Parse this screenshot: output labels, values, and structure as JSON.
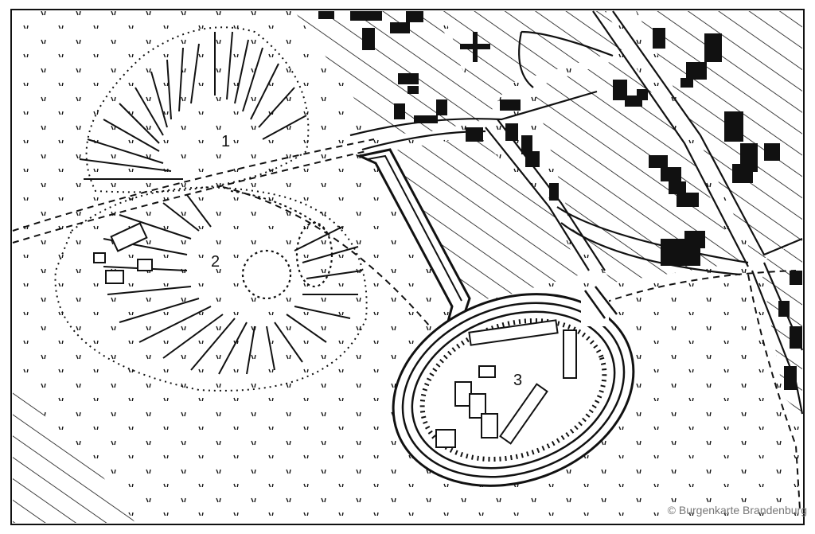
{
  "map": {
    "labels": {
      "site_1": "1",
      "site_2": "2",
      "site_3": "3"
    },
    "copyright": "© Burgenkarte Brandenburg",
    "colors": {
      "ink": "#111111",
      "paper": "#ffffff",
      "copyright": "#777777"
    },
    "icons": {
      "church": "cross-icon"
    }
  }
}
